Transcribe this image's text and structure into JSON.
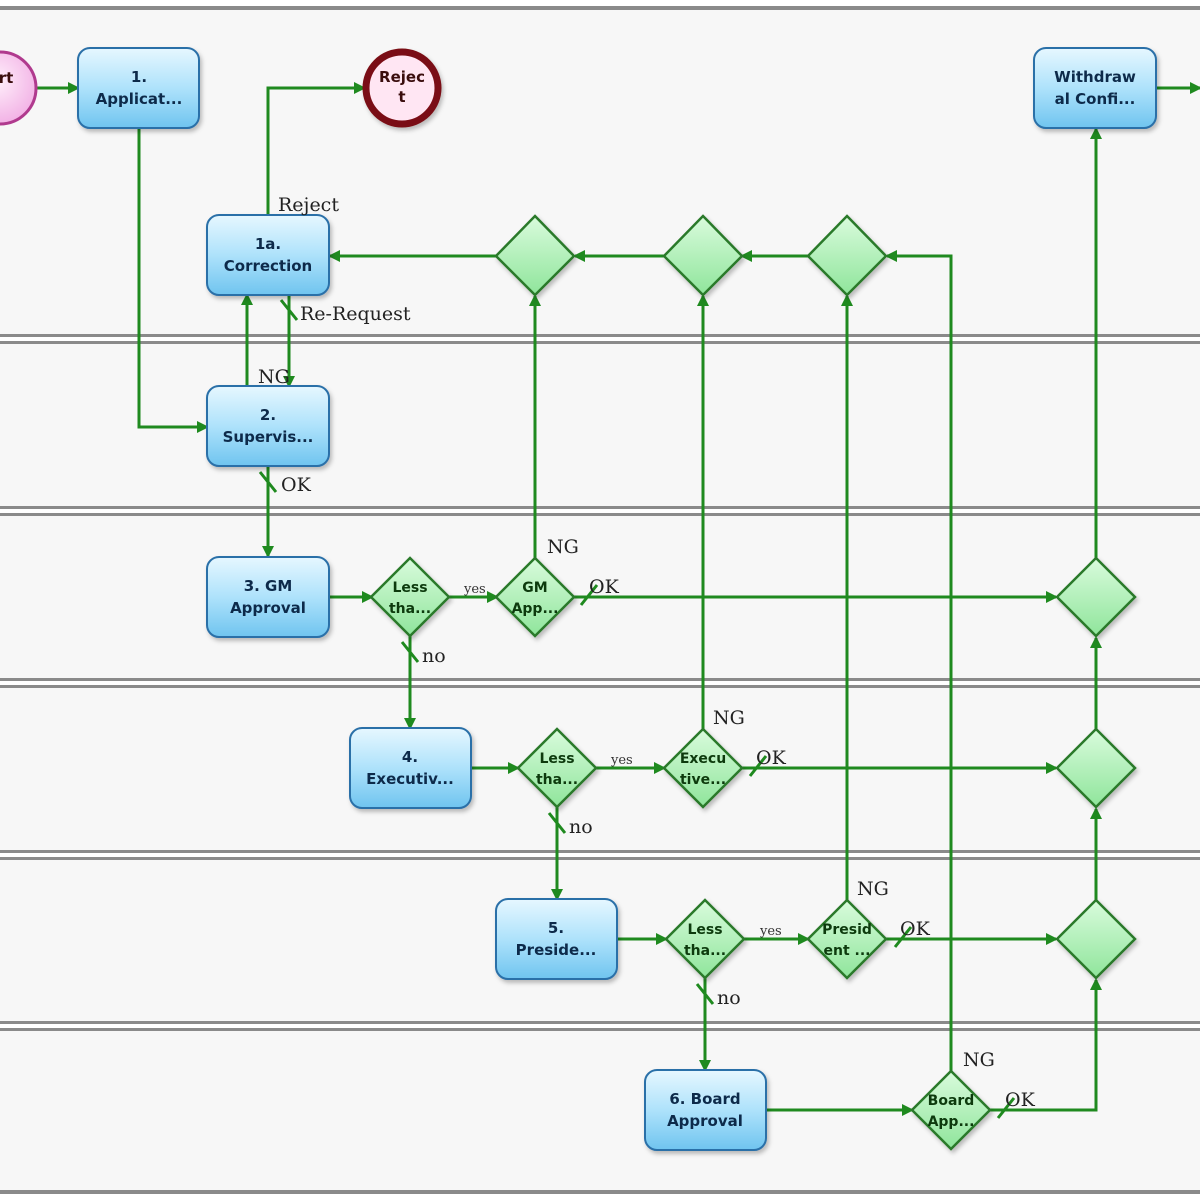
{
  "diagram": {
    "tasks": {
      "application": [
        "1.",
        "Applicat..."
      ],
      "correction": [
        "1a.",
        "Correction"
      ],
      "supervisor": [
        "2.",
        "Supervis..."
      ],
      "gm_approval": [
        "3. GM",
        "Approval"
      ],
      "executive": [
        "4.",
        "Executiv..."
      ],
      "president": [
        "5.",
        "Preside..."
      ],
      "board_approval": [
        "6. Board",
        "Approval"
      ],
      "withdrawal": [
        "Withdraw",
        "al Confi..."
      ]
    },
    "events": {
      "start": "rt",
      "reject": [
        "Rejec",
        "t"
      ]
    },
    "gateways": {
      "gm_less": [
        "Less",
        "tha..."
      ],
      "gm_app": [
        "GM",
        "App..."
      ],
      "exec_less": [
        "Less",
        "tha..."
      ],
      "exec_app": [
        "Execu",
        "tive..."
      ],
      "pres_less": [
        "Less",
        "tha..."
      ],
      "pres_app": [
        "Presid",
        "ent ..."
      ],
      "board_app": [
        "Board",
        "App..."
      ]
    },
    "labels": {
      "reject": "Reject",
      "re_request": "Re-Request",
      "ng": "NG",
      "ok": "OK",
      "yes": "yes",
      "no": "no"
    },
    "colors": {
      "flow": "#1f8a1f",
      "task_fill_top": "#d8f1ff",
      "task_fill_bottom": "#7fcdf3",
      "task_stroke": "#2a6fa8",
      "gateway_fill": "#a8efb0",
      "gateway_stroke": "#2c7a2c",
      "start_fill": "#f7c6ee",
      "end_stroke": "#7a0f12"
    }
  }
}
